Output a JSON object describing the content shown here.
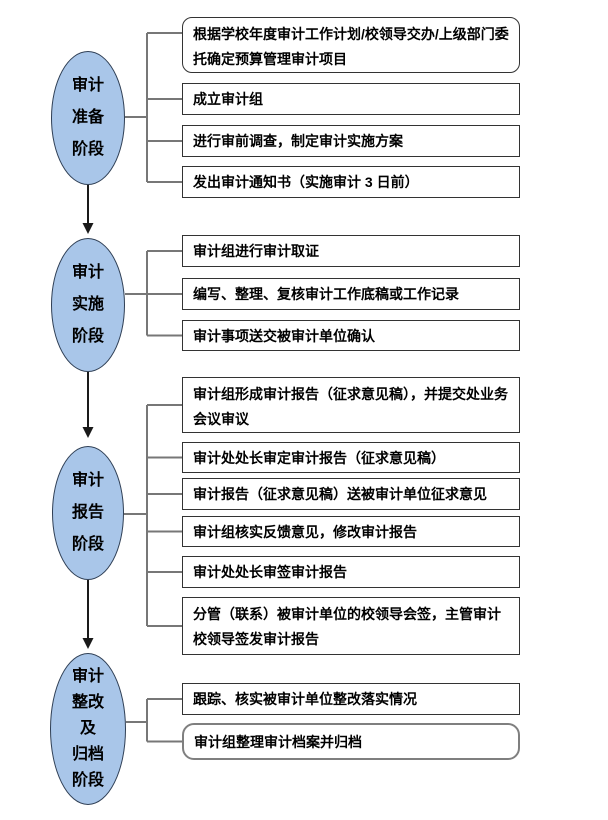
{
  "canvas": {
    "background": "#ffffff"
  },
  "colors": {
    "ellipse_fill": "#a9c6e9",
    "ellipse_border": "#2f3f55",
    "box_background": "#ffffff",
    "box_border": "#333333",
    "box_border_gray": "#7f7f7f",
    "connector": "#777777",
    "arrow": "#1a1a1a",
    "text": "#000000"
  },
  "phases": [
    {
      "name": "audit-preparation",
      "label_lines": [
        "审计",
        "准备",
        "阶段"
      ],
      "steps": [
        {
          "text": "根据学校年度审计工作计划/校领导交办/上级部门委托确定预算管理审计项目",
          "style": "rounded-black"
        },
        {
          "text": "成立审计组",
          "style": "rect"
        },
        {
          "text": "进行审前调查，制定审计实施方案",
          "style": "rect"
        },
        {
          "text": "发出审计通知书（实施审计 3 日前）",
          "style": "rect"
        }
      ]
    },
    {
      "name": "audit-implementation",
      "label_lines": [
        "审计",
        "实施",
        "阶段"
      ],
      "steps": [
        {
          "text": "审计组进行审计取证",
          "style": "rect"
        },
        {
          "text": "编写、整理、复核审计工作底稿或工作记录",
          "style": "rect"
        },
        {
          "text": "审计事项送交被审计单位确认",
          "style": "rect"
        }
      ]
    },
    {
      "name": "audit-report",
      "label_lines": [
        "审计",
        "报告",
        "阶段"
      ],
      "steps": [
        {
          "text": "审计组形成审计报告（征求意见稿），并提交处业务会议审议",
          "style": "rect"
        },
        {
          "text": "审计处处长审定审计报告（征求意见稿）",
          "style": "rect"
        },
        {
          "text": "审计报告（征求意见稿）送被审计单位征求意见",
          "style": "rect"
        },
        {
          "text": "审计组核实反馈意见，修改审计报告",
          "style": "rect"
        },
        {
          "text": "审计处处长审签审计报告",
          "style": "rect"
        },
        {
          "text": "分管（联系）被审计单位的校领导会签，主管审计校领导签发审计报告",
          "style": "rect"
        }
      ]
    },
    {
      "name": "audit-rectification-archiving",
      "label_lines": [
        "审计",
        "整改",
        "及",
        "归档",
        "阶段"
      ],
      "steps": [
        {
          "text": "跟踪、核实被审计单位整改落实情况",
          "style": "rect"
        },
        {
          "text": "审计组整理审计档案并归档",
          "style": "rounded-gray"
        }
      ]
    }
  ]
}
